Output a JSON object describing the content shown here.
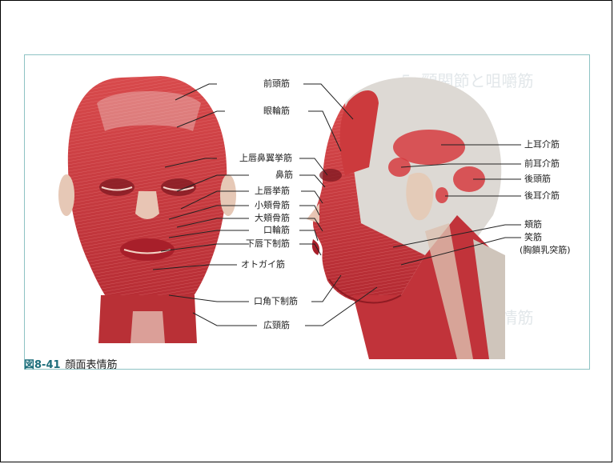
{
  "figure": {
    "number": "図8-41",
    "title": "顔面表情筋"
  },
  "labels_front": [
    {
      "key": "frontalis",
      "text": "前頭筋"
    },
    {
      "key": "orbicularis_oculi",
      "text": "眼輪筋"
    },
    {
      "key": "levator_labii_alaeque",
      "text": "上唇鼻翼挙筋"
    },
    {
      "key": "nasalis",
      "text": "鼻筋"
    },
    {
      "key": "levator_labii",
      "text": "上唇挙筋"
    },
    {
      "key": "zygomatic_minor",
      "text": "小頬骨筋"
    },
    {
      "key": "zygomatic_major",
      "text": "大頬骨筋"
    },
    {
      "key": "orbicularis_oris",
      "text": "口輪筋"
    },
    {
      "key": "depressor_labii",
      "text": "下唇下制筋"
    },
    {
      "key": "mentalis",
      "text": "オトガイ筋"
    },
    {
      "key": "depressor_anguli",
      "text": "口角下制筋"
    },
    {
      "key": "platysma",
      "text": "広頸筋"
    }
  ],
  "labels_side": [
    {
      "key": "auricularis_superior",
      "text": "上耳介筋"
    },
    {
      "key": "auricularis_anterior",
      "text": "前耳介筋"
    },
    {
      "key": "occipitalis",
      "text": "後頭筋"
    },
    {
      "key": "auricularis_posterior",
      "text": "後耳介筋"
    },
    {
      "key": "buccinator",
      "text": "頬筋"
    },
    {
      "key": "risorius",
      "text": "笑筋"
    },
    {
      "key": "sternocleidomastoid",
      "text": "(胸鎖乳突筋)"
    }
  ],
  "colors": {
    "muscle": "#c8353a",
    "muscle_dark": "#9f1f27",
    "skin": "#ecd6c6",
    "skull": "#dcd8d2",
    "caption_accent": "#1c6d7a",
    "plate_border": "#8ec3c4"
  }
}
